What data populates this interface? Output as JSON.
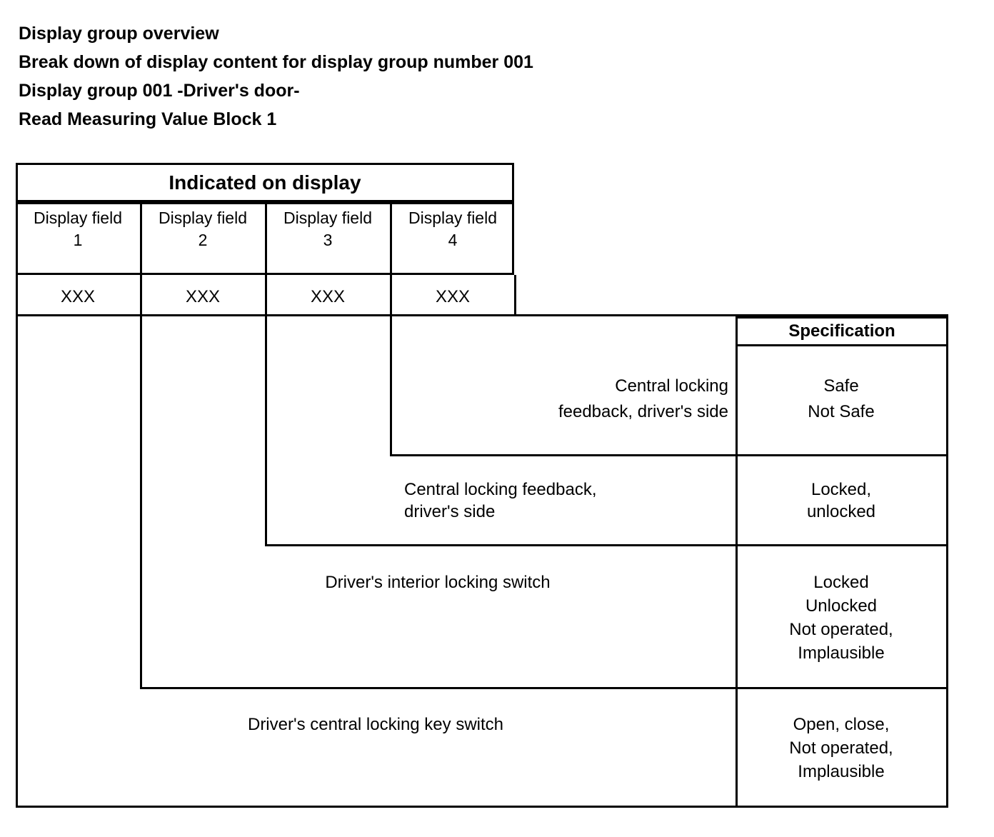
{
  "heading": {
    "lines": [
      "Display group overview",
      "Break down of display content for display group number 001",
      "Display group 001 -Driver's door-",
      "Read Measuring Value Block 1"
    ]
  },
  "table": {
    "banner": "Indicated on display",
    "spec_header": "Specification",
    "columns": [
      {
        "label": "Display field",
        "number": "1",
        "value": "XXX"
      },
      {
        "label": "Display field",
        "number": "2",
        "value": "XXX"
      },
      {
        "label": "Display field",
        "number": "3",
        "value": "XXX"
      },
      {
        "label": "Display field",
        "number": "4",
        "value": "XXX"
      }
    ],
    "rows": [
      {
        "description": "Central locking\nfeedback, driver's side",
        "description_line1": "Central locking",
        "description_line2": "feedback, driver's side",
        "specification": "Safe\nNot Safe",
        "spec_line1": "Safe",
        "spec_line2": "Not Safe",
        "align": "right"
      },
      {
        "description": "Central locking feedback,\ndriver's side",
        "description_line1": "Central locking feedback,",
        "description_line2": "driver's side",
        "specification": "Locked,\nunlocked",
        "spec_line1": "Locked,",
        "spec_line2": "unlocked",
        "align": "left"
      },
      {
        "description": "Driver's interior locking switch",
        "description_line1": "Driver's interior locking switch",
        "specification": "Locked\nUnlocked\nNot operated,\nImplausible",
        "spec_line1": "Locked",
        "spec_line2": "Unlocked",
        "spec_line3": "Not operated,",
        "spec_line4": "Implausible",
        "align": "center"
      },
      {
        "description": "Driver's central locking key switch",
        "description_line1": "Driver's central locking key switch",
        "specification": "Open, close,\nNot operated,\nImplausible",
        "spec_line1": "Open, close,",
        "spec_line2": "Not operated,",
        "spec_line3": "Implausible",
        "align": "center"
      }
    ]
  },
  "colors": {
    "ink": "#000000",
    "paper": "#ffffff"
  }
}
